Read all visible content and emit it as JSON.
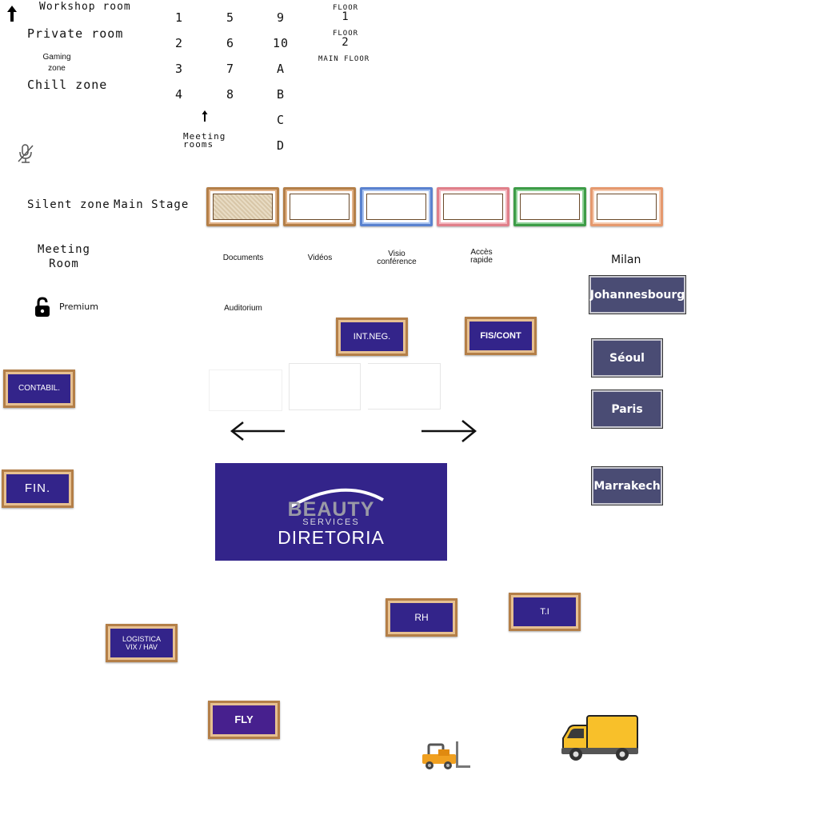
{
  "rooms": {
    "workshop": "Workshop room",
    "private": "Private room",
    "gaming_line1": "Gaming",
    "gaming_line2": "zone",
    "chill": "Chill zone",
    "silent": "Silent zone",
    "main_stage": "Main Stage",
    "meeting_line1": "Meeting",
    "meeting_line2": "Room",
    "premium": "Premium"
  },
  "room_numbers": [
    "1",
    "2",
    "3",
    "4",
    "5",
    "6",
    "7",
    "8",
    "9",
    "10",
    "A",
    "B",
    "C",
    "D"
  ],
  "meeting_rooms": {
    "line1": "Meeting",
    "line2": "rooms"
  },
  "floors": {
    "f1_label": "FLOOR",
    "f1_num": "1",
    "f2_label": "FLOOR",
    "f2_num": "2",
    "main": "MAIN FLOOR"
  },
  "media_labels": {
    "documents": "Documents",
    "videos": "Vidéos",
    "visio_line1": "Visio",
    "visio_line2": "conférence",
    "acces_line1": "Accès",
    "acces_line2": "rapide",
    "auditorium": "Auditorium"
  },
  "frame_colors": [
    "#b47f48",
    "#b47f48",
    "#6a8fd6",
    "#e58a93",
    "#4aa552",
    "#e8a37a"
  ],
  "cities": {
    "milan": "Milan",
    "johannesbourg": "Johannesbourg",
    "seoul": "Séoul",
    "paris": "Paris",
    "marrakech": "Marrakech"
  },
  "departments": {
    "int_neg": "INT.NEG.",
    "fis_cont": "FIS/CONT",
    "contabil": "CONTABIL.",
    "fin": "FIN.",
    "rh": "RH",
    "ti": "T.I",
    "logistica_line1": "LOGISTICA",
    "logistica_line2": "VIX / HAV",
    "fly": "FLY"
  },
  "banner": {
    "brand": "BEAUTY",
    "sub": "SERVICES",
    "title": "DIRETORIA",
    "bg": "#33248a"
  },
  "icons": [
    "up-arrow-icon",
    "microphone-off-icon",
    "lock-icon",
    "left-arrow-icon",
    "right-arrow-icon",
    "forklift-icon",
    "delivery-truck-icon"
  ]
}
